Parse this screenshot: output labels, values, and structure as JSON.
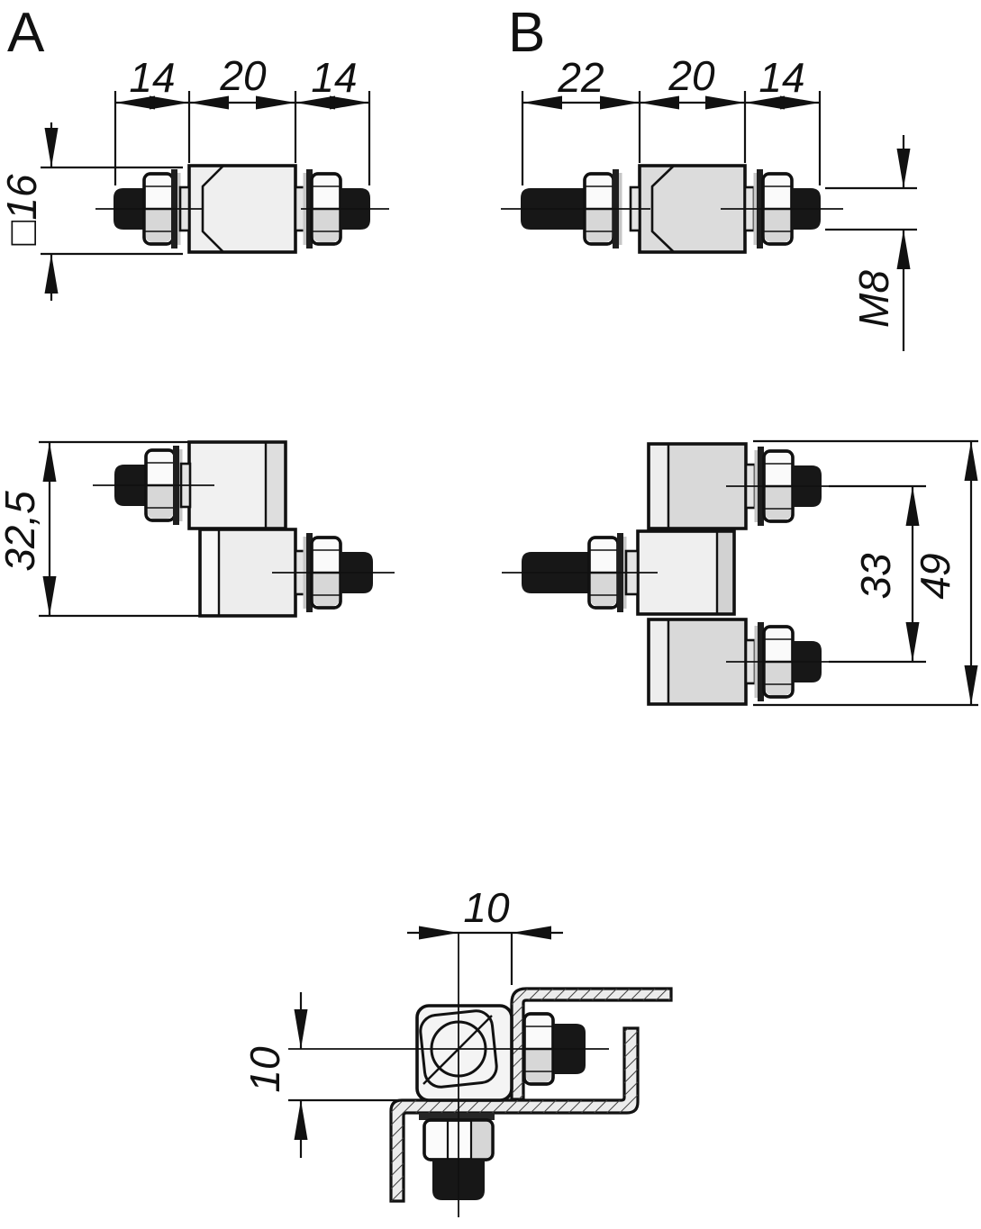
{
  "views": {
    "variant_a": {
      "label": "A",
      "top_dims": [
        "14",
        "20",
        "14"
      ],
      "side_dim": "□16"
    },
    "variant_b": {
      "label": "B",
      "top_dims": [
        "22",
        "20",
        "14"
      ],
      "thread_dim": "M8"
    },
    "offset_assembly": {
      "height_dim": "32,5"
    },
    "double_assembly": {
      "pitch_dim": "33",
      "overall_dim": "49"
    },
    "bracket_section": {
      "offset_dim": "10",
      "height_dim": "10"
    }
  },
  "palette": {
    "line": "#111111",
    "thread_black": "#171717",
    "metal_light": "#f1f1f1",
    "metal_mid": "#d9d9d9",
    "nut_face": "#fafafa",
    "nut_shade": "#d7d7d7",
    "bracket_fill": "#ececec"
  }
}
